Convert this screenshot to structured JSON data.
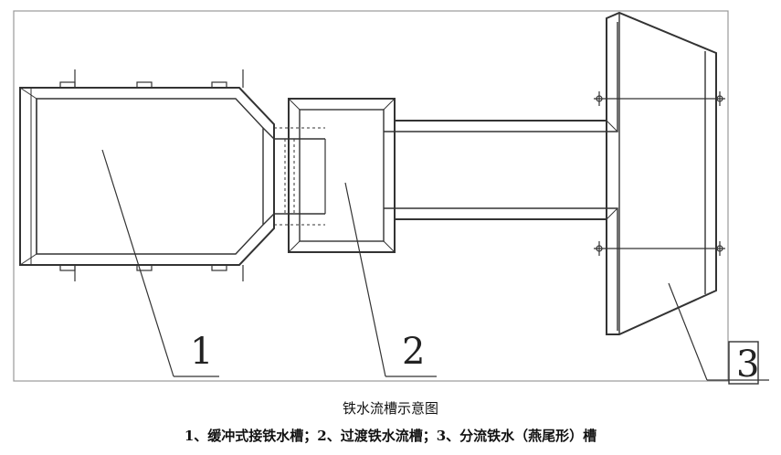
{
  "labels": {
    "l1": "1",
    "l2": "2",
    "l3": "3"
  },
  "caption": {
    "title": "铁水流槽示意图",
    "legend": "1、缓冲式接铁水槽；2、过渡铁水流槽；3、分流铁水（燕尾形）槽"
  },
  "colors": {
    "line": "#333333",
    "frame": "#999999"
  }
}
